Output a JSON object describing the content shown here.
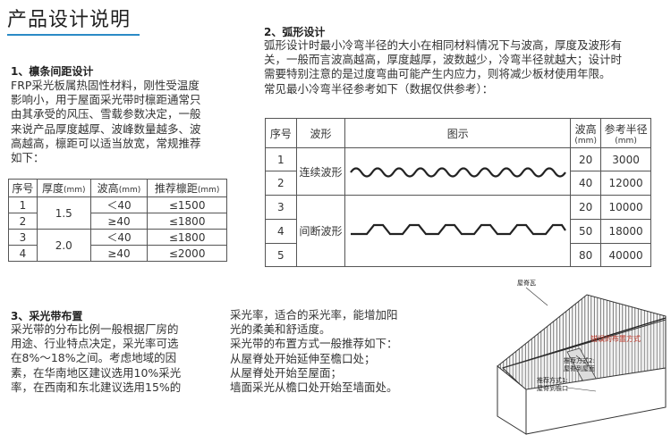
{
  "page_title": "产品设计说明",
  "s1": {
    "heading": "1、檩条间距设计",
    "body": "FRP采光板属热固性材料，刚性受温度\n影响小，用于屋面采光带时檩距通常只\n由其承受的风压、雪载参数决定，一般\n来说产品厚度越厚、波峰数量越多、波\n高越高，檩距可以适当放宽，常规推荐\n如下：",
    "table": {
      "headers": {
        "no": "序号",
        "thick": "厚度",
        "thick_unit": "(mm)",
        "wave": "波高",
        "wave_unit": "(mm)",
        "span": "推荐檩距",
        "span_unit": "(mm)"
      },
      "rows": [
        {
          "no": "1",
          "wave": "＜40",
          "span": "≤1500"
        },
        {
          "no": "2",
          "wave": "≥40",
          "span": "≤1800"
        },
        {
          "no": "3",
          "wave": "＜40",
          "span": "≤1800"
        },
        {
          "no": "4",
          "wave": "≥40",
          "span": "≤2000"
        }
      ],
      "thick_groups": [
        "1.5",
        "2.0"
      ]
    }
  },
  "s2": {
    "heading": "2、弧形设计",
    "body": "弧形设计时最小冷弯半径的大小在相同材料情况下与波高，厚度及波形有\n关，一般而言波高越高，厚度越厚，波数越少，冷弯半径就越大；设计时\n需要特别注意的是过度弯曲可能产生内应力，则将减少板材使用年限。\n常见最小冷弯半径参考如下（数据仅供参考）：",
    "table": {
      "headers": {
        "no": "序号",
        "shape": "波形",
        "figure": "图示",
        "wave": "波高",
        "wave_unit": "(mm)",
        "radius": "参考半径",
        "radius_unit": "(mm)"
      },
      "shape_groups": [
        "连续波形",
        "间断波形"
      ],
      "rows": [
        {
          "no": "1",
          "wave": "20",
          "radius": "3000"
        },
        {
          "no": "2",
          "wave": "40",
          "radius": "12000"
        },
        {
          "no": "3",
          "wave": "20",
          "radius": "10000"
        },
        {
          "no": "4",
          "wave": "50",
          "radius": "18000"
        },
        {
          "no": "5",
          "wave": "80",
          "radius": "40000"
        }
      ]
    }
  },
  "s3": {
    "heading": "3、采光带布置",
    "body_left": "采光带的分布比例一般根据厂房的\n用途、行业特点决定，采光率可选\n在8%～18%之间。考虑地域的因\n素，在华南地区建议选用10%采光\n率，在西南和东北建议选用15%的",
    "body_right": "采光率，适合的采光率，能增加阳\n光的柔美和舒适度。\n采光带的布置方式一般推荐如下：\n从屋脊处开始延伸至檐口处；\n从屋脊处开始至屋面；\n墙面采光从檐口处开始至墙面处。"
  },
  "diagram": {
    "label_ridge": "屋脊瓦",
    "label_wrong": "错误的布置方式",
    "label_rec2": "推荐方式2:",
    "label_rec2b": "屋脊到屋面",
    "label_rec1": "推荐方式1:",
    "label_rec1b": "屋脊到檐口",
    "wrong_color": "#c0392b"
  }
}
